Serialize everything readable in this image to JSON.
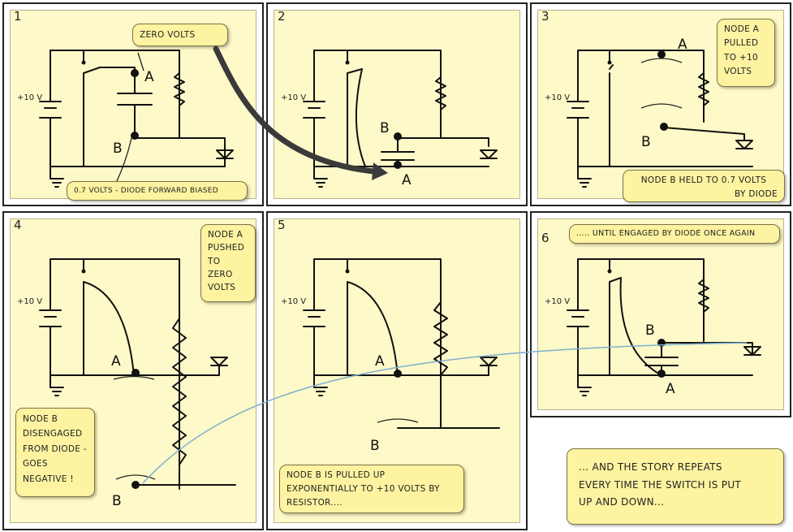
{
  "panels": [
    {
      "number": "1",
      "supply": "+10 V",
      "node_a": "A",
      "node_b": "B"
    },
    {
      "number": "2",
      "supply": "+10 V",
      "node_a": "A",
      "node_b": "B"
    },
    {
      "number": "3",
      "supply": "+10 V",
      "node_a": "A",
      "node_b": "B"
    },
    {
      "number": "4",
      "supply": "+10 V",
      "node_a": "A",
      "node_b": "B"
    },
    {
      "number": "5",
      "supply": "+10 V",
      "node_a": "A",
      "node_b": "B"
    },
    {
      "number": "6",
      "supply": "+10 V",
      "node_a": "A",
      "node_b": "B"
    }
  ],
  "callouts": {
    "zero_volts": "ZERO VOLTS",
    "diode_forward": "0.7 VOLTS - DIODE FORWARD BIASED",
    "node_a_pulled": [
      "NODE A",
      "PULLED",
      "TO +10",
      "VOLTS"
    ],
    "node_b_held": [
      "NODE B HELD TO 0.7 VOLTS",
      "BY DIODE"
    ],
    "node_a_pushed": [
      "NODE A",
      "PUSHED",
      "TO",
      "ZERO",
      "VOLTS"
    ],
    "node_b_disengaged": [
      "NODE B",
      "DISENGAGED",
      "FROM DIODE -",
      "GOES",
      "NEGATIVE !"
    ],
    "node_b_pulled_up": [
      "NODE B IS PULLED UP",
      "EXPONENTIALLY TO +10 VOLTS BY",
      "RESISTOR...."
    ],
    "until_engaged": "..... UNTIL ENGAGED BY DIODE ONCE AGAIN",
    "story_repeats": [
      "... AND THE STORY REPEATS",
      "EVERY TIME THE SWITCH IS PUT",
      "UP AND DOWN..."
    ]
  }
}
